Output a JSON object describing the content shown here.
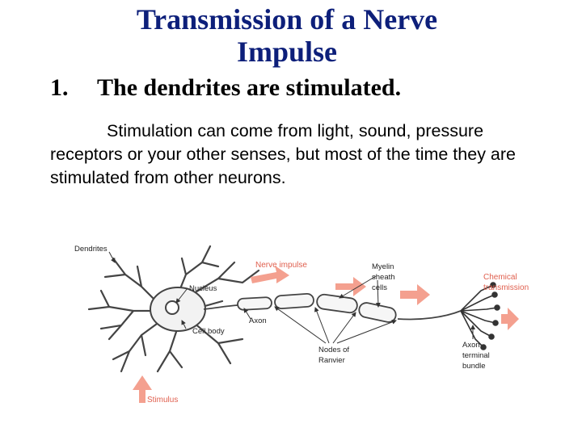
{
  "slide": {
    "title_line1": "Transmission of a Nerve",
    "title_line2": "Impulse",
    "point_number": "1.",
    "point_text": "The dendrites are stimulated.",
    "body": "Stimulation can come from light, sound, pressure receptors or your other senses, but most of the time they are stimulated from other neurons."
  },
  "diagram": {
    "labels": {
      "dendrites": "Dendrites",
      "nerve_impulse": "Nerve impulse",
      "myelin_line1": "Myelin",
      "myelin_line2": "sheath",
      "myelin_line3": "cells",
      "chemical_line1": "Chemical",
      "chemical_line2": "transmission",
      "nucleus": "Nucleus",
      "axon": "Axon",
      "cell_body": "Cell body",
      "nodes_line1": "Nodes of",
      "nodes_line2": "Ranvier",
      "terminal_line1": "Axon",
      "terminal_line2": "terminal",
      "terminal_line3": "bundle",
      "stimulus": "Stimulus"
    },
    "colors": {
      "arrow": "#f4a08f",
      "label_red": "#e0604f",
      "title": "#0d1f7a"
    }
  }
}
